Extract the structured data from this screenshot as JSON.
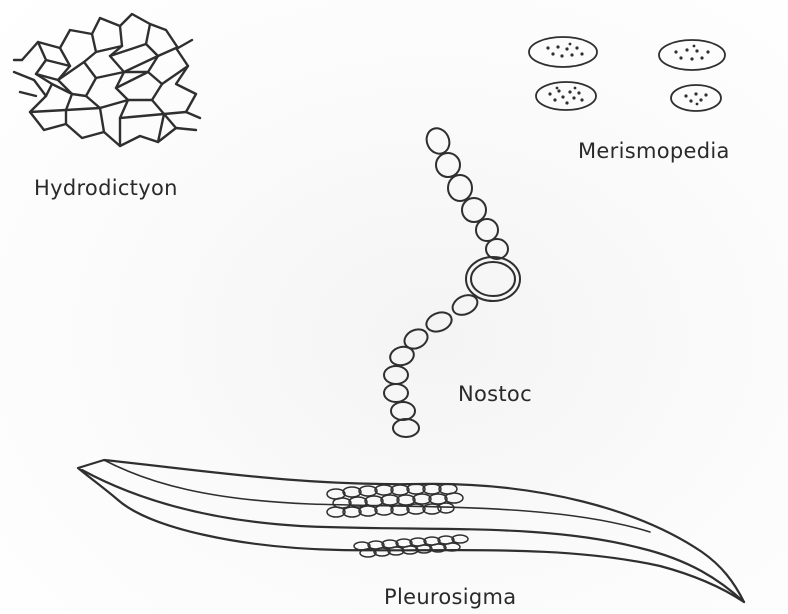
{
  "labels": {
    "hydrodictyon": "Hydrodictyon",
    "merismopedia": "Merismopedia",
    "nostoc": "Nostoc",
    "pleurosigma": "Pleurosigma"
  },
  "colors": {
    "ink": "#2a2a2a",
    "background": "#fafafa"
  }
}
